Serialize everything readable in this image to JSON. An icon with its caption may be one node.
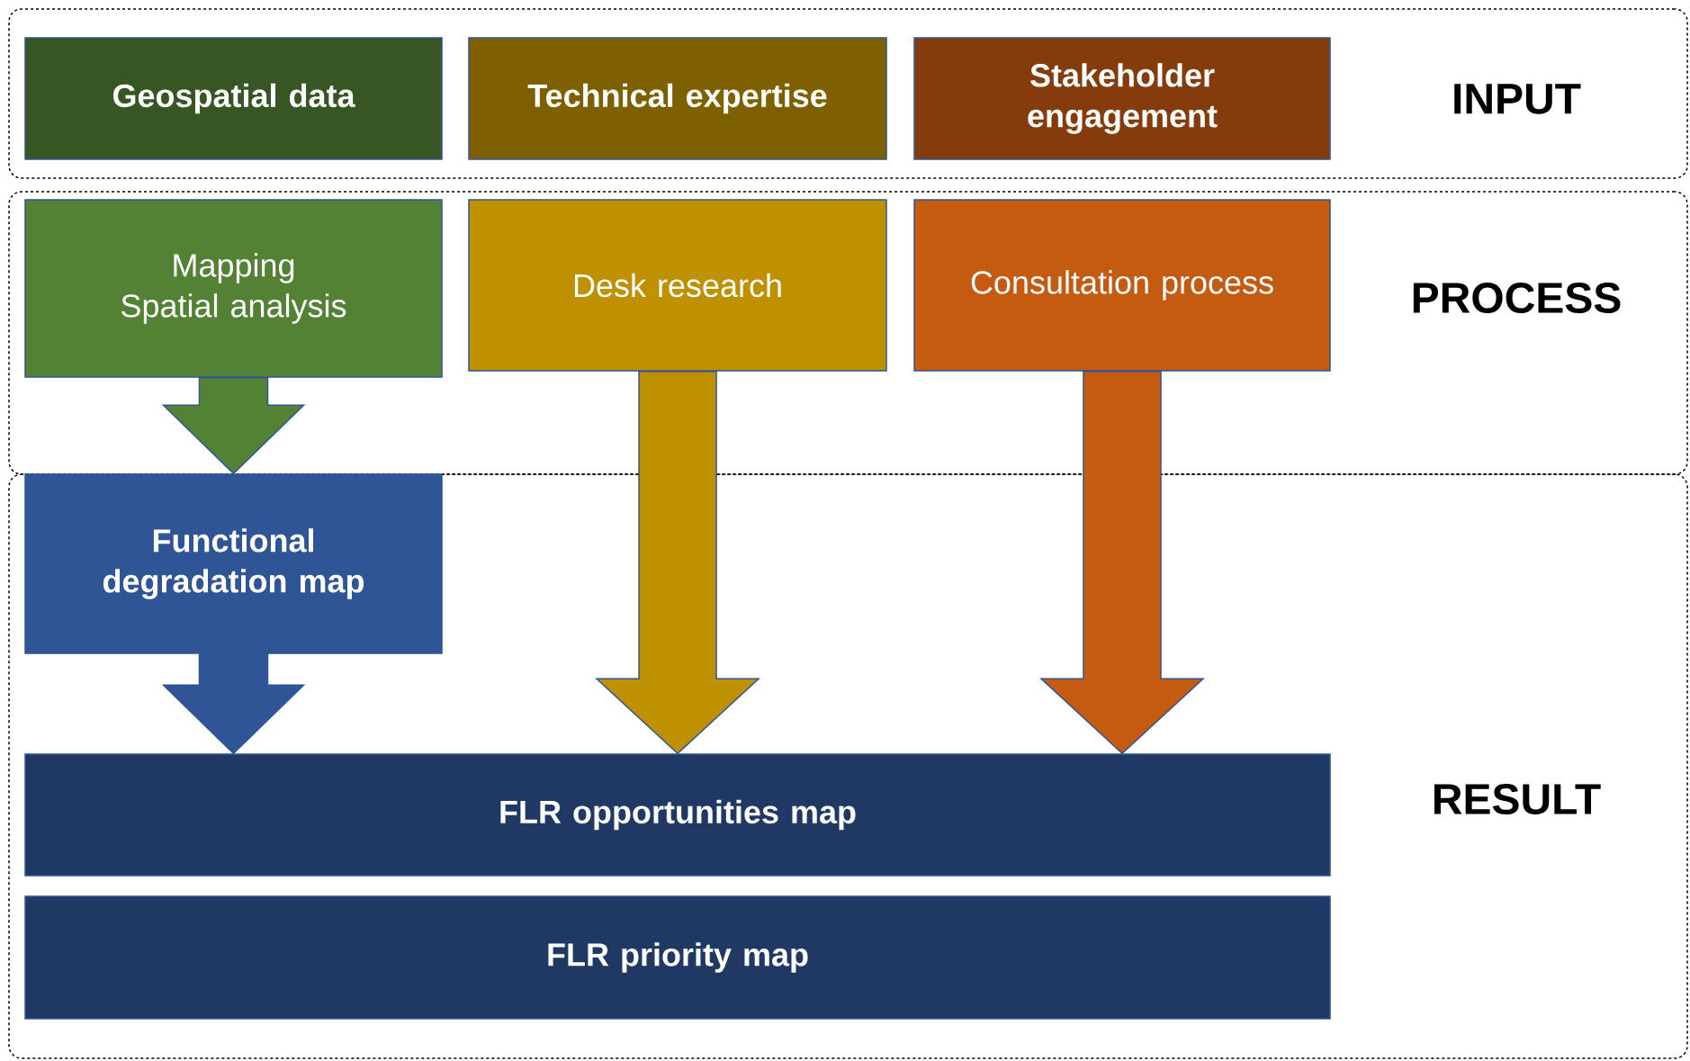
{
  "diagram": {
    "nodes": [
      {
        "text": [
          "INPUT"
        ]
      },
      {
        "text": [
          "Geospatial data"
        ],
        "in": 0
      },
      {
        "text": [
          "Technical expertise"
        ],
        "in": 0
      },
      {
        "text": [
          "Stakeholder engagement"
        ],
        "in": 0
      },
      {
        "text": [
          "PROCESS"
        ]
      },
      {
        "text": [
          "Mapping",
          "Spatial analysis"
        ],
        "in": 4
      },
      {
        "text": [
          "Desk research"
        ],
        "in": 4
      },
      {
        "text": [
          "Consultation process"
        ],
        "in": 4
      },
      {
        "text": [
          "RESULT"
        ]
      },
      {
        "text": [
          "Functional degradation map"
        ],
        "in": 8
      },
      {
        "text": [
          "FLR opportunities map"
        ],
        "in": 8
      },
      {
        "text": [
          "FLR priority map"
        ],
        "in": 8
      }
    ],
    "edges": [
      {
        "from": 5,
        "to": 9,
        "arrow": "to",
        "style": "thick",
        "color": "#548235"
      },
      {
        "from": 9,
        "to": 10,
        "arrow": "to",
        "style": "thick",
        "color": "#2f5597"
      },
      {
        "from": 6,
        "to": 10,
        "arrow": "to",
        "style": "thick",
        "color": "#bf9000"
      },
      {
        "from": 7,
        "to": 10,
        "arrow": "to",
        "style": "thick",
        "color": "#c55a11"
      }
    ]
  }
}
